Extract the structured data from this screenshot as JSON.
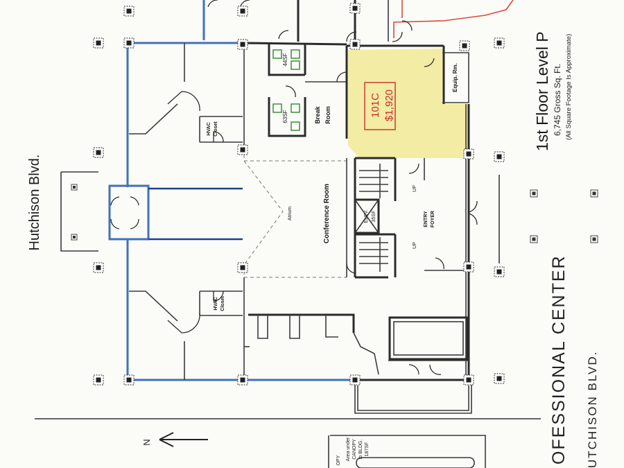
{
  "plan": {
    "street_left": "Hutchison Blvd.",
    "heading": "1st Floor Level P",
    "gross_area": "6,745 Gross Sq. Ft.",
    "area_note": "(All Square Footage Is Approximate)",
    "center_name": "OFESSIONAL CENTER",
    "street_bottom": "UTCHISON BLVD.",
    "north_label": "N",
    "highlight_color": "#f2ea9a"
  },
  "rooms": {
    "suite_id": "101C",
    "suite_price": "$1,920",
    "equip_room": "Equip. Rm.",
    "break_room_line1": "Break",
    "break_room_line2": "Room",
    "hvac_top_line1": "HVAC",
    "hvac_top_line2": "Closet",
    "hvac_bottom_line1": "HVAC",
    "hvac_bottom_line2": "Closet",
    "atrium": "Atrium",
    "conference_room": "Conference Room",
    "elevator": "ELEV.",
    "elevator_area": "35SF",
    "entry_line1": "ENTRY",
    "entry_line2": "FOYER",
    "stair_up_top": "UP",
    "stair_up_bottom": "UP",
    "restroom_top_area": "44SF",
    "restroom_bottom_area": "63SF",
    "canopy_line1": "Area under",
    "canopy_line2": "CANOPY",
    "canopy_line3": "to BLDG.",
    "canopy_area": "187SF",
    "canopy_partial": "OPY"
  }
}
